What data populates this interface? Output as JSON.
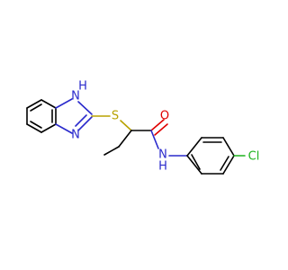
{
  "molecule": {
    "colors": {
      "carbon": "#000000",
      "nitrogen": "#2a2acc",
      "sulfur": "#b8a200",
      "oxygen": "#e00000",
      "chlorine": "#1fb31f"
    },
    "atom_labels": {
      "n1h": "H",
      "n1": "N",
      "n3": "N",
      "s": "S",
      "o": "O",
      "nh_n": "N",
      "nh_h": "H",
      "cl": "Cl"
    }
  }
}
